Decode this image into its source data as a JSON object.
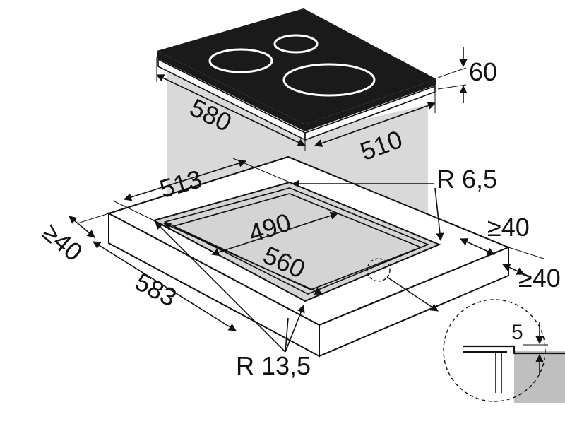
{
  "dimensions": {
    "hob_depth": "580",
    "hob_width": "510",
    "hob_height": "60",
    "cutout_outer_width": "513",
    "cutout_outer_depth": "583",
    "cutout_inner_width": "490",
    "cutout_inner_depth": "560",
    "corner_radius_inner": "R 6,5",
    "corner_radius_outer": "R 13,5",
    "min_front_margin": "≥40",
    "min_side_margin": "≥40",
    "min_back_margin": "≥40",
    "recess_depth": "5"
  },
  "colors": {
    "glass": "#1a1a1a",
    "zone_ring": "#ffffff",
    "projection": "#d9d9d9",
    "cutout_floor": "#d4d4d4",
    "stroke": "#111111",
    "detail_fill": "#bfbfbf"
  }
}
